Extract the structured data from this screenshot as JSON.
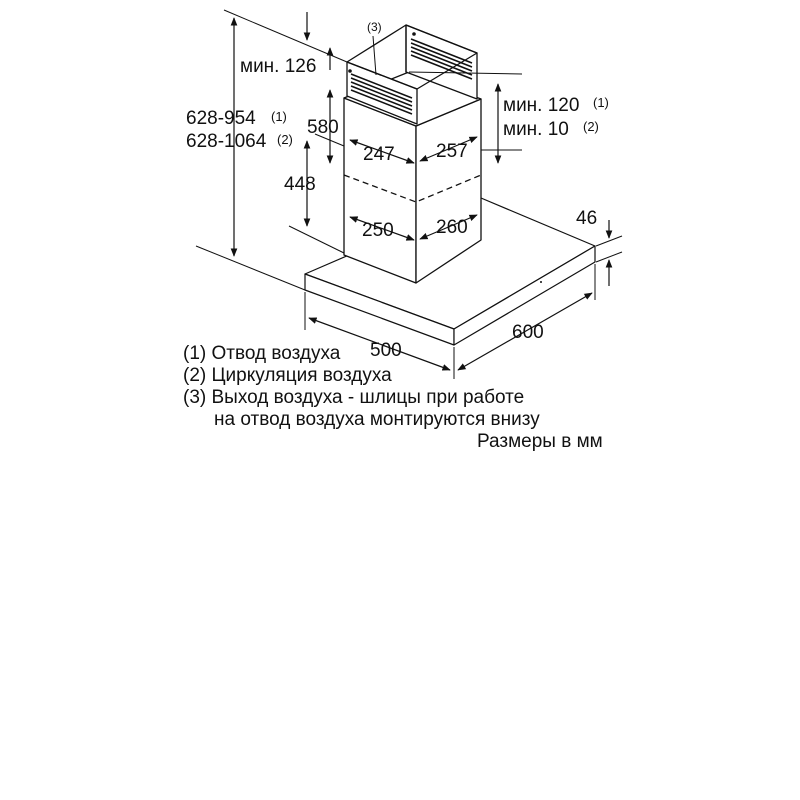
{
  "dimensions": {
    "min_126": "мин. 126",
    "h_628_954": "628-954",
    "h_628_954_ref": "(1)",
    "h_628_1064": "628-1064",
    "h_628_1064_ref": "(2)",
    "h_580": "580",
    "h_448": "448",
    "w_247": "247",
    "w_257": "257",
    "w_250": "250",
    "w_260": "260",
    "min_120": "мин. 120",
    "min_120_ref": "(1)",
    "min_10": "мин. 10",
    "min_10_ref": "(2)",
    "h_46": "46",
    "w_500": "500",
    "w_600": "600",
    "callout_3": "(3)"
  },
  "legend": {
    "item1": "(1) Отвод воздуха",
    "item2": "(2) Циркуляция воздуха",
    "item3_line1": "(3) Выход воздуха - шлицы при работе",
    "item3_line2": "на отвод воздуха монтируются внизу",
    "units": "Размеры в мм"
  }
}
